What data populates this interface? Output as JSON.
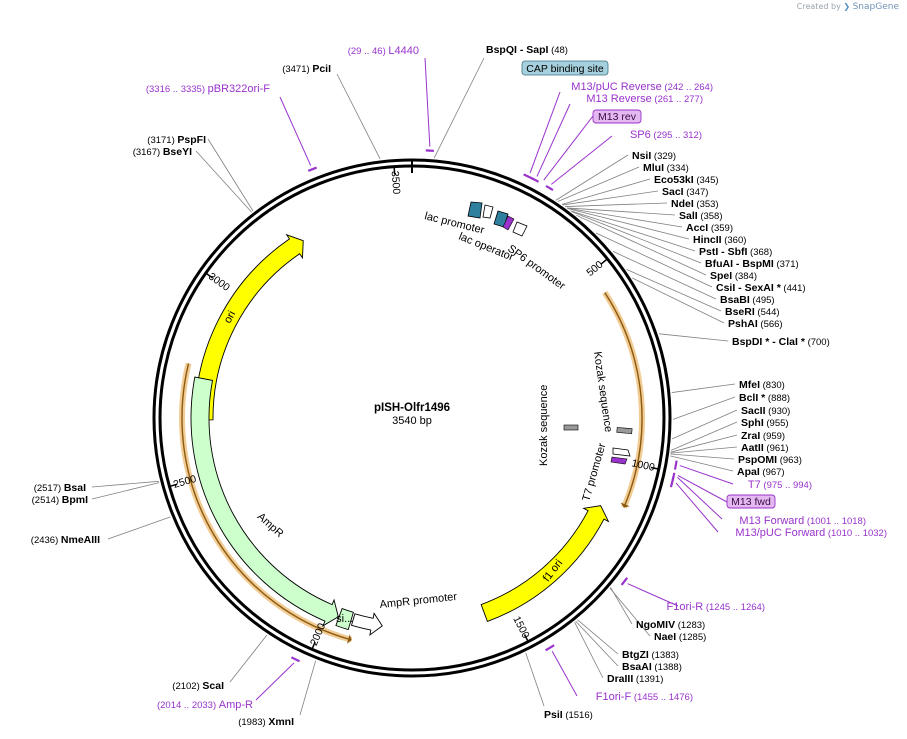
{
  "credit": {
    "prefix": "Created by",
    "brand": "SnapGene"
  },
  "plasmid": {
    "name": "pISH-Olfr1496",
    "length_label": "3540 bp",
    "length": 3540
  },
  "ticks": [
    {
      "pos": 500,
      "label": "500"
    },
    {
      "pos": 1000,
      "label": "1000"
    },
    {
      "pos": 1500,
      "label": "1500"
    },
    {
      "pos": 2000,
      "label": "2000"
    },
    {
      "pos": 2500,
      "label": "2500"
    },
    {
      "pos": 3000,
      "label": "3000"
    },
    {
      "pos": 3500,
      "label": "3500"
    }
  ],
  "features": [
    {
      "name": "ori",
      "start": 2650,
      "end": 3230,
      "dir": 1,
      "color": "#ffff00"
    },
    {
      "name": "f1 ori",
      "start": 1130,
      "end": 1570,
      "dir": -1,
      "color": "#ffff00"
    },
    {
      "name": "AmpR",
      "start": 1970,
      "end": 2760,
      "dir": -1,
      "color": "#ccffcc"
    },
    {
      "name": "AmpR promoter",
      "start": 1850,
      "end": 1930,
      "dir": -1,
      "color": "#ffffff"
    },
    {
      "name": "si...",
      "start": 1935,
      "end": 1968,
      "dir": 0,
      "color": "#ccffcc"
    }
  ],
  "orf": [
    {
      "start": 560,
      "end": 1110,
      "dir": 1
    },
    {
      "start": 1920,
      "end": 2790,
      "dir": -1
    }
  ],
  "small_features": [
    {
      "label": "lac promoter"
    },
    {
      "label": "lac operator"
    },
    {
      "label": "SP6 promoter"
    },
    {
      "label": "Kozak sequence"
    },
    {
      "label": "Kozak sequence"
    },
    {
      "label": "T7 promoter"
    }
  ],
  "right_sites": [
    {
      "name": "NsiI",
      "pos": "(329)"
    },
    {
      "name": "MluI",
      "pos": "(334)"
    },
    {
      "name": "Eco53kI",
      "pos": "(345)"
    },
    {
      "name": "SacI",
      "pos": "(347)"
    },
    {
      "name": "NdeI",
      "pos": "(353)"
    },
    {
      "name": "SalI",
      "pos": "(358)"
    },
    {
      "name": "AccI",
      "pos": "(359)"
    },
    {
      "name": "HincII",
      "pos": "(360)"
    },
    {
      "name": "PstI  - SbfI",
      "pos": "(368)"
    },
    {
      "name": "BfuAI  - BspMI",
      "pos": "(371)"
    },
    {
      "name": "SpeI",
      "pos": "(384)"
    },
    {
      "name": "CsiI  - SexAI *",
      "pos": "(441)"
    },
    {
      "name": "BsaBI",
      "pos": "(495)"
    },
    {
      "name": "BseRI",
      "pos": "(544)"
    },
    {
      "name": "PshAI",
      "pos": "(566)"
    },
    {
      "name": "BspDI *  - ClaI *",
      "pos": "(700)"
    },
    {
      "name": "MfeI",
      "pos": "(830)"
    },
    {
      "name": "BclI *",
      "pos": "(888)"
    },
    {
      "name": "SacII",
      "pos": "(930)"
    },
    {
      "name": "SphI",
      "pos": "(955)"
    },
    {
      "name": "ZraI",
      "pos": "(959)"
    },
    {
      "name": "AatII",
      "pos": "(961)"
    },
    {
      "name": "PspOMI",
      "pos": "(963)"
    },
    {
      "name": "ApaI",
      "pos": "(967)"
    }
  ],
  "lower_sites": [
    {
      "name": "NgoMIV",
      "pos": "(1283)"
    },
    {
      "name": "NaeI",
      "pos": "(1285)"
    },
    {
      "name": "BtgZI",
      "pos": "(1383)"
    },
    {
      "name": "BsaAI",
      "pos": "(1388)"
    },
    {
      "name": "DraIII",
      "pos": "(1391)"
    },
    {
      "name": "PsiI",
      "pos": "(1516)"
    },
    {
      "name": "ScaI",
      "pos": "(2102)"
    },
    {
      "name": "XmnI",
      "pos": "(1983)"
    },
    {
      "name": "NmeAIII",
      "pos": "(2436)"
    },
    {
      "name": "BsaI",
      "pos": "(2517)"
    },
    {
      "name": "BpmI",
      "pos": "(2514)"
    },
    {
      "name": "BseYI",
      "pos": "(3167)"
    },
    {
      "name": "PspFI",
      "pos": "(3171)"
    },
    {
      "name": "PciI",
      "pos": "(3471)"
    },
    {
      "name": "BspQI  - SapI",
      "pos": "(48)"
    }
  ],
  "primers": [
    {
      "name": "L4440",
      "range": "(29 .. 46)"
    },
    {
      "name": "pBR322ori-F",
      "range": "(3316 .. 3335)"
    },
    {
      "name": "M13/pUC Reverse",
      "range": "(242 .. 264)"
    },
    {
      "name": "M13 Reverse",
      "range": "(261 .. 277)"
    },
    {
      "name": "M13 rev",
      "range": ""
    },
    {
      "name": "SP6",
      "range": "(295 .. 312)"
    },
    {
      "name": "T7",
      "range": "(975 .. 994)"
    },
    {
      "name": "M13 fwd",
      "range": ""
    },
    {
      "name": "M13 Forward",
      "range": "(1001 .. 1018)"
    },
    {
      "name": "M13/pUC Forward",
      "range": "(1010 .. 1032)"
    },
    {
      "name": "F1ori-R",
      "range": "(1245 .. 1264)"
    },
    {
      "name": "F1ori-F",
      "range": "(1455 .. 1476)"
    },
    {
      "name": "Amp-R",
      "range": "(2014 .. 2033)"
    }
  ],
  "cap_site": {
    "label": "CAP binding site"
  },
  "colors": {
    "primer": "#9933cc",
    "orf": "#e8a33d",
    "cap_fill": "#a6d0dd",
    "primer_box": "#e4b8f0"
  }
}
